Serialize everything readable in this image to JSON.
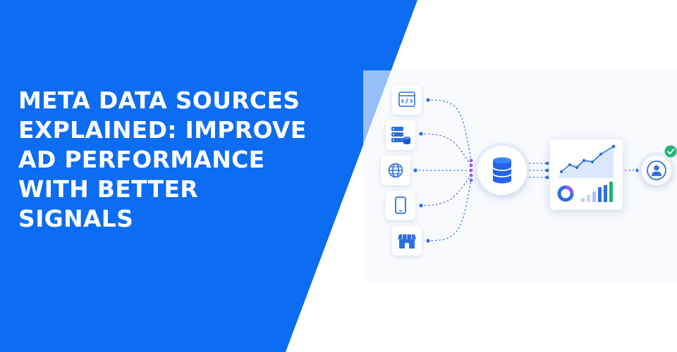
{
  "headline": {
    "lines": [
      "META DATA SOURCES",
      "EXPLAINED: IMPROVE",
      "AD PERFORMANCE",
      "WITH BETTER",
      "SIGNALS"
    ]
  },
  "colors": {
    "brand_blue": "#0C6CF2",
    "node_blue": "#2F6FE0",
    "accent_purple": "#8B5CF6",
    "chart_green": "#22B573",
    "check_green": "#22B573"
  },
  "icons": [
    "code-window-icon",
    "server-database-icon",
    "globe-icon",
    "smartphone-icon",
    "store-icon",
    "database-icon",
    "line-chart-icon",
    "donut-chart-icon",
    "bar-chart-icon",
    "user-icon",
    "check-icon"
  ]
}
